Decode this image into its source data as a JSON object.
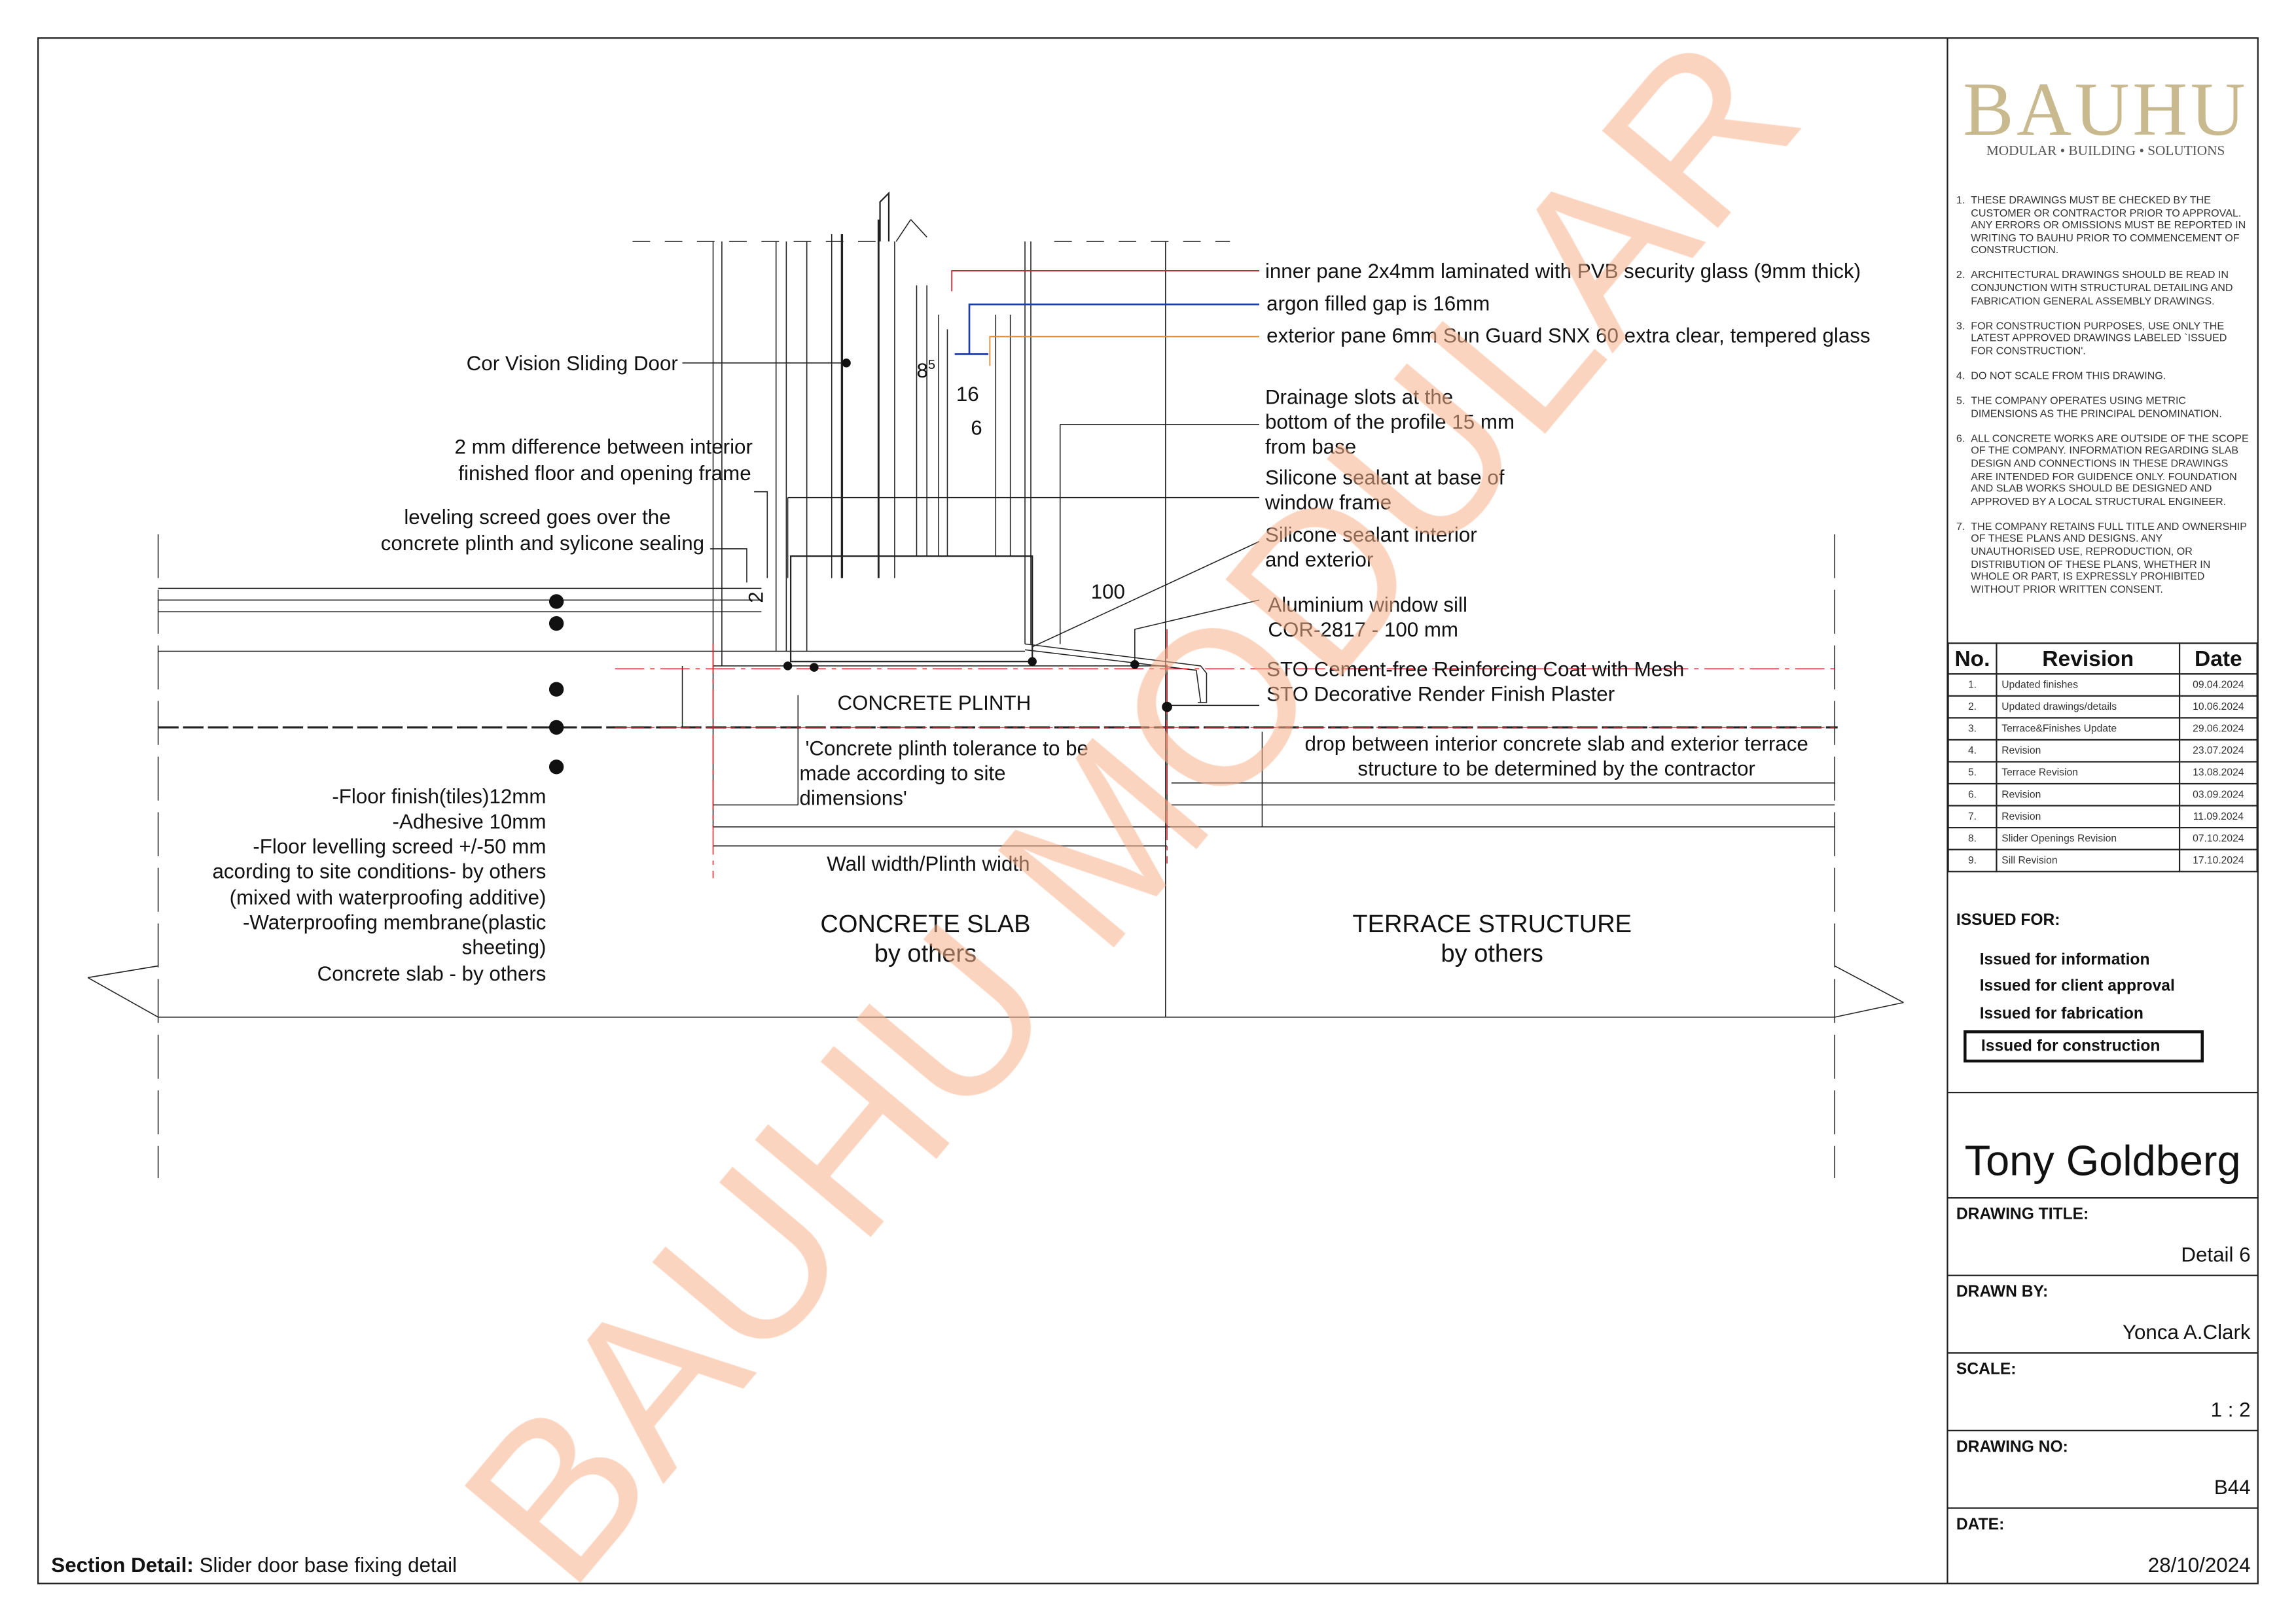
{
  "logo": {
    "main": "BAUHU",
    "tagline": "MODULAR • BUILDING • SOLUTIONS"
  },
  "notes": [
    {
      "n": "1.",
      "t": "THESE DRAWINGS MUST BE CHECKED BY THE CUSTOMER OR CONTRACTOR PRIOR TO APPROVAL. ANY ERRORS OR OMISSIONS MUST BE REPORTED IN WRITING TO BAUHU PRIOR TO COMMENCEMENT OF CONSTRUCTION."
    },
    {
      "n": "2.",
      "t": "ARCHITECTURAL DRAWINGS SHOULD BE READ IN CONJUNCTION WITH STRUCTURAL DETAILING AND FABRICATION GENERAL ASSEMBLY DRAWINGS."
    },
    {
      "n": "3.",
      "t": "FOR CONSTRUCTION PURPOSES, USE ONLY THE LATEST APPROVED DRAWINGS LABELED `ISSUED FOR CONSTRUCTION'."
    },
    {
      "n": "4.",
      "t": "DO NOT SCALE FROM THIS DRAWING."
    },
    {
      "n": "5.",
      "t": "THE COMPANY OPERATES USING METRIC DIMENSIONS AS THE PRINCIPAL DENOMINATION."
    },
    {
      "n": "6.",
      "t": "ALL CONCRETE WORKS ARE OUTSIDE OF THE SCOPE OF THE COMPANY. INFORMATION REGARDING SLAB DESIGN AND CONNECTIONS IN THESE DRAWINGS ARE INTENDED FOR GUIDENCE ONLY. FOUNDATION AND SLAB WORKS SHOULD BE DESIGNED AND APPROVED BY A LOCAL STRUCTURAL ENGINEER."
    },
    {
      "n": "7.",
      "t": "THE COMPANY RETAINS FULL TITLE AND OWNERSHIP OF THESE PLANS AND DESIGNS. ANY UNAUTHORISED USE, REPRODUCTION, OR DISTRIBUTION OF THESE PLANS, WHETHER IN WHOLE OR PART, IS EXPRESSLY PROHIBITED WITHOUT PRIOR WRITTEN CONSENT."
    }
  ],
  "revisions": {
    "headers": [
      "No.",
      "Revision",
      "Date"
    ],
    "rows": [
      [
        "1.",
        "Updated finishes",
        "09.04.2024"
      ],
      [
        "2.",
        "Updated drawings/details",
        "10.06.2024"
      ],
      [
        "3.",
        "Terrace&Finishes Update",
        "29.06.2024"
      ],
      [
        "4.",
        "Revision",
        "23.07.2024"
      ],
      [
        "5.",
        "Terrace Revision",
        "13.08.2024"
      ],
      [
        "6.",
        "Revision",
        "03.09.2024"
      ],
      [
        "7.",
        "Revision",
        "11.09.2024"
      ],
      [
        "8.",
        "Slider Openings Revision",
        "07.10.2024"
      ],
      [
        "9.",
        "Sill Revision",
        "17.10.2024"
      ]
    ]
  },
  "issued_for": {
    "title": "ISSUED FOR:",
    "options": [
      "Issued for information",
      "Issued for client approval",
      "Issued for fabrication",
      "Issued for construction"
    ],
    "selected": "Issued for construction"
  },
  "client": "Tony Goldberg",
  "fields": {
    "drawing_title_label": "DRAWING TITLE:",
    "drawing_title": "Detail 6",
    "drawn_by_label": "DRAWN BY:",
    "drawn_by": "Yonca A.Clark",
    "scale_label": "SCALE:",
    "scale": "1 : 2",
    "drawing_no_label": "DRAWING NO:",
    "drawing_no": "B44",
    "date_label": "DATE:",
    "date": "28/10/2024"
  },
  "footer": {
    "label": "Section Detail:",
    "text": "Slider door base fixing detail"
  },
  "watermark": "BAUHU MODULAR",
  "labels": {
    "inner_pane": "inner pane 2x4mm laminated with PVB security glass (9mm thick)",
    "argon": "argon filled gap is 16mm",
    "exterior_pane": "exterior pane 6mm Sun Guard SNX 60 extra clear, tempered glass",
    "door": "Cor Vision Sliding Door",
    "drainage": [
      "Drainage slots at the",
      "bottom of the profile 15 mm",
      "from base"
    ],
    "diff": [
      "2 mm difference between interior",
      "finished floor and opening frame"
    ],
    "screed": [
      "leveling screed goes over the",
      "concrete plinth and sylicone sealing"
    ],
    "sealant_base": [
      "Silicone sealant at base of",
      "window frame"
    ],
    "sealant_ie": [
      "Silicone sealant interior",
      "and exterior"
    ],
    "sill": [
      "Aluminium window sill",
      "COR-2817 - 100 mm"
    ],
    "sto": [
      "STO Cement-free Reinforcing Coat with Mesh",
      "STO Decorative Render Finish Plaster"
    ],
    "plinth": "CONCRETE PLINTH",
    "tolerance": [
      "'Concrete plinth tolerance to be",
      "made according to site",
      "dimensions'"
    ],
    "drop": [
      "drop between interior concrete slab and exterior terrace",
      "structure to be determined by the contractor"
    ],
    "layers": [
      "-Floor finish(tiles)12mm",
      "-Adhesive 10mm",
      "-Floor levelling screed +/-50 mm",
      "acording to site conditions- by others",
      "(mixed with waterproofing additive)",
      "-Waterproofing membrane(plastic",
      "sheeting)",
      "Concrete slab - by others"
    ],
    "wall_width": "Wall width/Plinth width",
    "slab": [
      "CONCRETE SLAB",
      "by others"
    ],
    "terrace": [
      "TERRACE STRUCTURE",
      "by others"
    ],
    "dim_85": "8",
    "dim_85_sup": "5",
    "dim_16": "16",
    "dim_6": "6",
    "dim_2": "2",
    "dim_100": "100"
  },
  "colors": {
    "inner_pane": "#d9202a",
    "argon": "#1f3fa8",
    "exterior": "#e08a30",
    "logo": "#c8b98f",
    "watermark": "#f7b08a"
  }
}
